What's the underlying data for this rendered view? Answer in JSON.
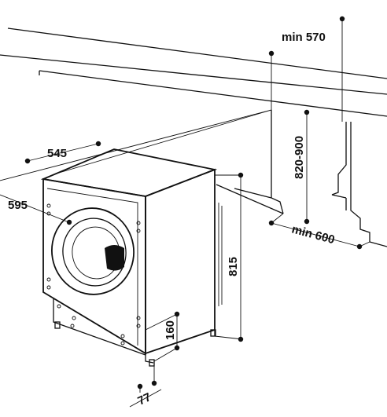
{
  "dimensions": {
    "top_clearance": "min 570",
    "niche_height": "820-900",
    "niche_width": "min 600",
    "depth": "545",
    "width": "595",
    "height": "815",
    "door_bottom": "160",
    "base_offset": "77"
  },
  "colors": {
    "line": "#111111",
    "door_handle": "#111111",
    "background": "#ffffff"
  }
}
